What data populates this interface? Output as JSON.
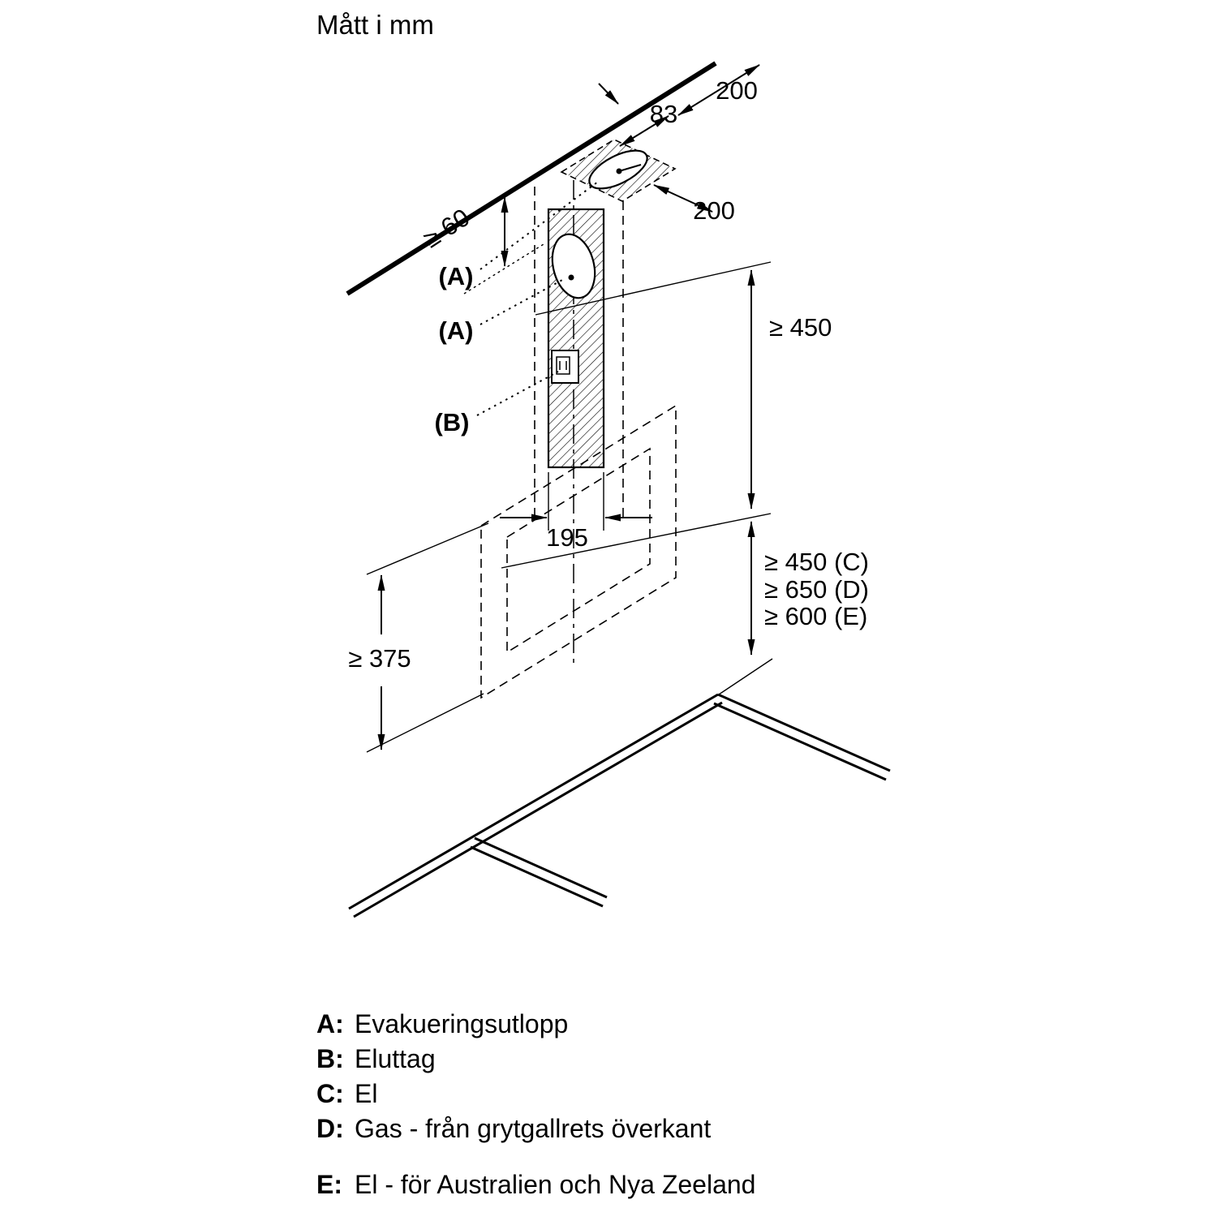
{
  "title": "Mått i mm",
  "diagram": {
    "dimensions": {
      "ceiling_depth_top": "200",
      "duct_offset": "83",
      "ceiling_depth_side": "200",
      "ceiling_clearance": "≥ 60",
      "wall_clearance": "≥ 450",
      "duct_cutout_width": "195",
      "hood_section_height": "≥ 375",
      "distance_electric": "≥ 450 (C)",
      "distance_gas": "≥ 650 (D)",
      "distance_anz": "≥ 600 (E)"
    },
    "callouts": {
      "a1": "(A)",
      "a2": "(A)",
      "b": "(B)"
    }
  },
  "legend": {
    "items": [
      {
        "key": "A:",
        "label": "Evakueringsutlopp"
      },
      {
        "key": "B:",
        "label": "Eluttag"
      },
      {
        "key": "C:",
        "label": "El"
      },
      {
        "key": "D:",
        "label": "Gas - från grytgallrets överkant"
      },
      {
        "key": "E:",
        "label": "El - för Australien och Nya Zeeland"
      }
    ]
  },
  "colors": {
    "line": "#000000",
    "background": "#ffffff"
  }
}
